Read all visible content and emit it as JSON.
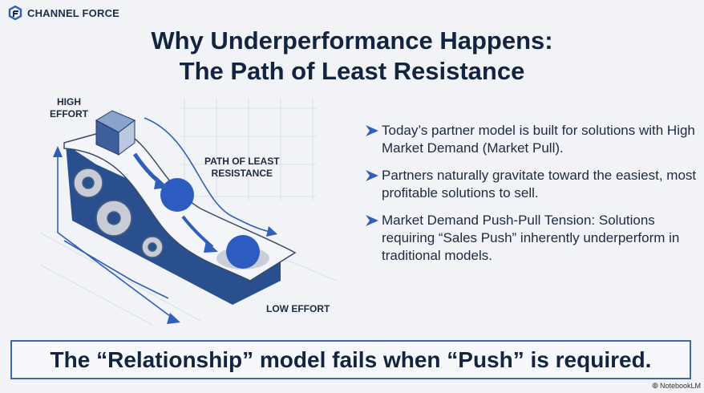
{
  "brand": {
    "name": "CHANNEL FORCE",
    "logo_icon": "hexagon-logo-icon"
  },
  "title": {
    "line1": "Why Underperformance Happens:",
    "line2": "The Path of Least Resistance"
  },
  "illustration": {
    "label_high": "HIGH\nEFFORT",
    "label_path": "PATH OF LEAST\nRESISTANCE",
    "label_low": "LOW EFFORT"
  },
  "bullets": [
    {
      "text": "Today’s partner model is built for solutions with High Market Demand (Market Pull)."
    },
    {
      "text": "Partners naturally gravitate toward the easiest, most profitable solutions to sell."
    },
    {
      "text": "Market Demand Push-Pull Tension: Solutions requiring “Sales Push” inherently underperform in traditional models."
    }
  ],
  "bottom_banner": "The “Relationship” model fails when “Push” is required.",
  "watermark": "NotebookLM",
  "colors": {
    "accent": "#2f5fb8",
    "title": "#13243f",
    "background": "#f1f3f7"
  }
}
